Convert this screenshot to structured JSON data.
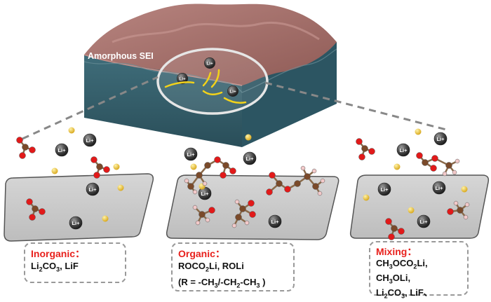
{
  "slab": {
    "label": "Amorphous SEI",
    "top_color": "#a9726d",
    "side_color": "#3a6573",
    "ions_label": "Li+"
  },
  "ion_label": "Li+",
  "panels": [
    {
      "id": "inorganic",
      "heading": "Inorganic：",
      "lines": [
        [
          "Li",
          "2",
          "CO",
          "3",
          ", LiF"
        ]
      ]
    },
    {
      "id": "organic",
      "heading": "Organic：",
      "lines": [
        [
          "ROCO",
          "2",
          "Li, ROLi"
        ],
        [
          "(R = -CH",
          "3",
          "/-CH",
          "2",
          "-CH",
          "3",
          " )"
        ]
      ]
    },
    {
      "id": "mixing",
      "heading": "Mixing：",
      "lines": [
        [
          "CH",
          "3",
          "OCO",
          "2",
          "Li,"
        ],
        [
          "CH",
          "3",
          "OLi,"
        ],
        [
          "Li",
          "2",
          "CO",
          "3",
          ", LiF、"
        ]
      ]
    }
  ],
  "colors": {
    "heading": "#e8201c",
    "carbon": "#7a4a2a",
    "oxygen": "#e11a1a",
    "hydrogen": "#f2c9c9",
    "fluorine_dot": "#e8c440",
    "plate": "#c8c8c8",
    "arrow": "#f2d21a"
  }
}
